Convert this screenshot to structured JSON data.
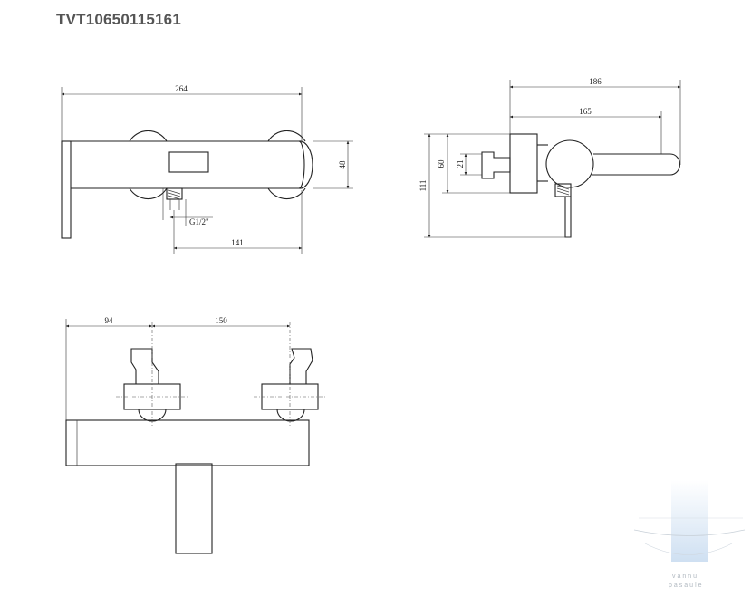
{
  "title": "TVT10650115161",
  "front_view": {
    "width_label": "264",
    "height_label": "48",
    "thread_label": "G1/2\"",
    "outlet_label": "141"
  },
  "side_view": {
    "depth_label": "186",
    "depth_inner_label": "165",
    "total_height_label": "111",
    "height_label": "60",
    "small_label": "21"
  },
  "top_view": {
    "left_offset_label": "94",
    "spacing_label": "150"
  },
  "watermark": {
    "line1": "vannu",
    "line2": "pasaule"
  }
}
